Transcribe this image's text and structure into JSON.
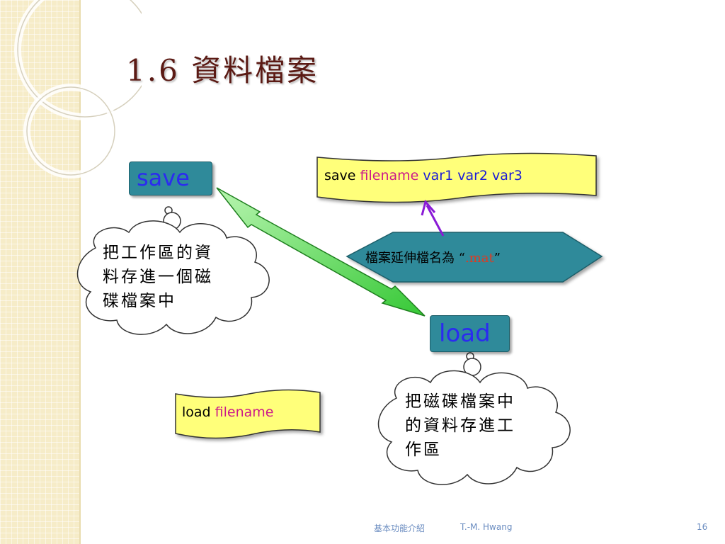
{
  "slide": {
    "title": "1.6 資料檔案",
    "save_label": "save",
    "load_label": "load",
    "save_syntax": {
      "command": "save",
      "filename": "filename",
      "vars": "var1  var2 var3"
    },
    "load_syntax": {
      "command": "load",
      "filename": "filename"
    },
    "save_cloud_lines": [
      "把工作區的資",
      "料存進一個磁",
      "碟檔案中"
    ],
    "load_cloud_lines": [
      "把磁碟檔案中",
      "的資料存進工",
      "作區"
    ],
    "extension_note": {
      "prefix": "檔案延伸檔名為 “",
      "ext": ".mat",
      "suffix": "”"
    }
  },
  "footer": {
    "course": "基本功能介紹",
    "author": "T.-M. Hwang",
    "page": "16"
  },
  "colors": {
    "cmd_box": "#2f8a9a",
    "cmd_text": "#2b2bf0",
    "scroll": "#ffff7a",
    "hexagon": "#2f8a9a",
    "title": "#5b1a14",
    "filename": "#cc1a8a"
  }
}
